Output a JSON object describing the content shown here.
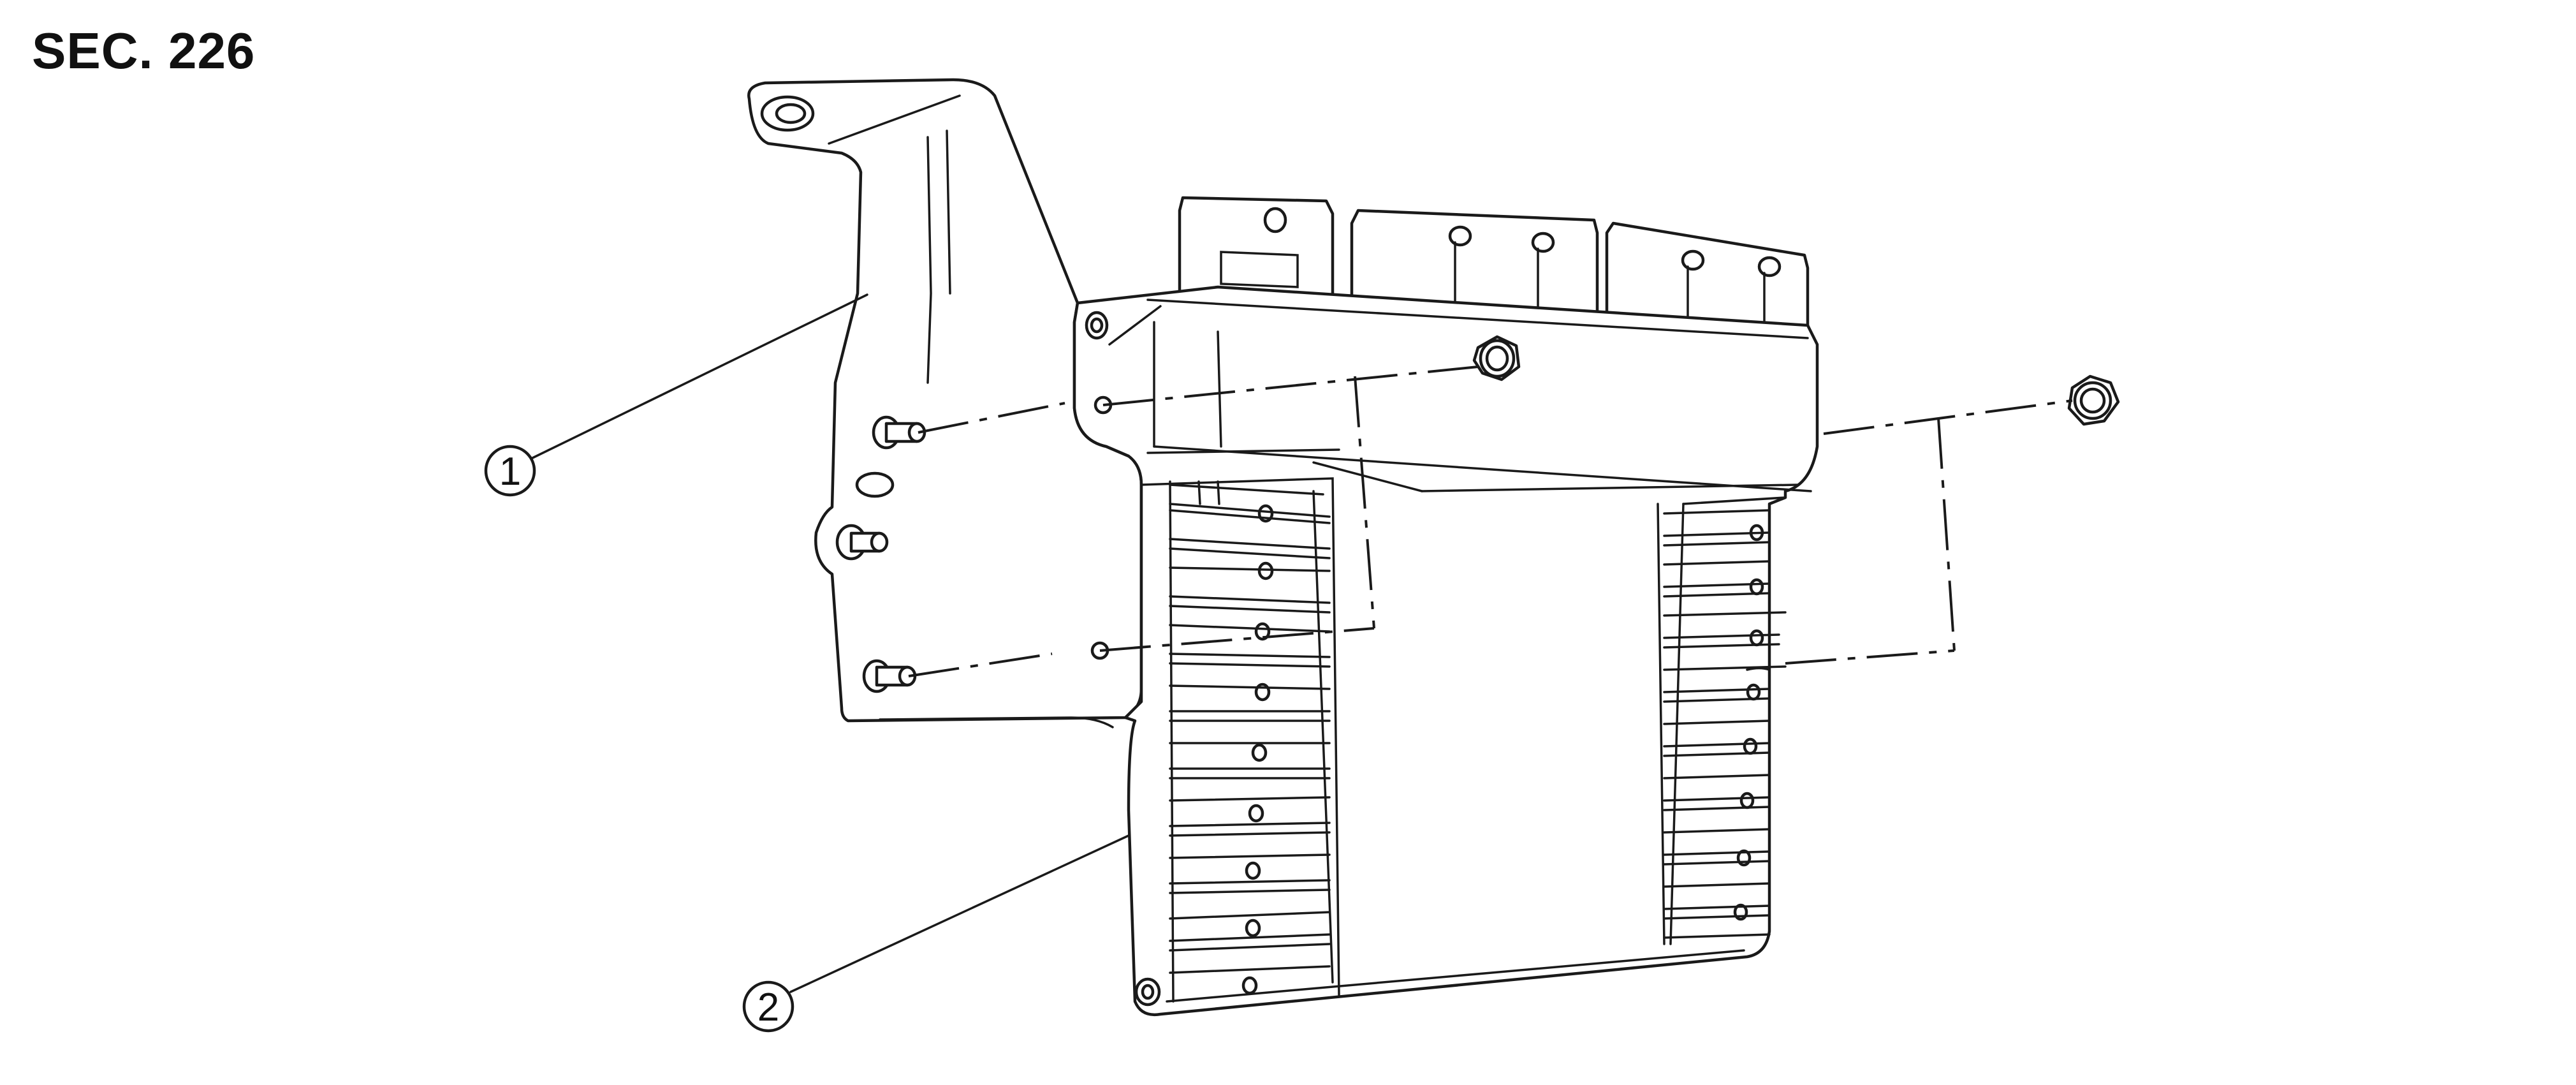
{
  "section_label": "SEC. 226",
  "callouts": [
    {
      "id": "1",
      "text": "1",
      "part": "bracket"
    },
    {
      "id": "2",
      "text": "2",
      "part": "control-unit"
    }
  ],
  "colors": {
    "line": "#1a1a1a",
    "background": "#ffffff"
  }
}
